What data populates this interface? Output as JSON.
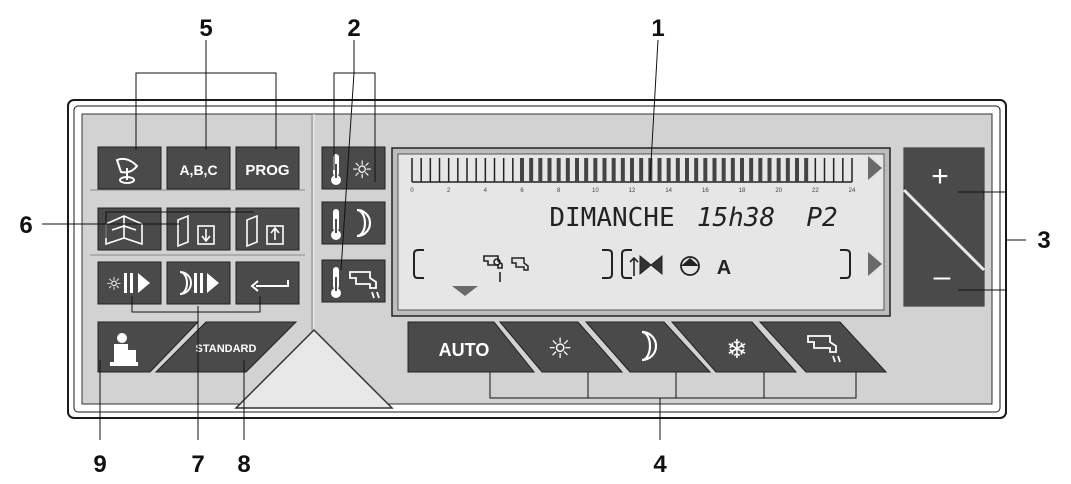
{
  "callouts": {
    "c1": "1",
    "c2": "2",
    "c3": "3",
    "c4": "4",
    "c5": "5",
    "c6": "6",
    "c7": "7",
    "c8": "8",
    "c9": "9"
  },
  "buttons": {
    "abc": "A,B,C",
    "prog": "PROG",
    "standard": "STANDARD",
    "auto": "AUTO",
    "plus": "+",
    "minus": "–"
  },
  "display": {
    "day": "DIMANCHE",
    "time": "15h38",
    "program": "P2",
    "scale": [
      "0",
      "2",
      "4",
      "6",
      "8",
      "10",
      "12",
      "14",
      "16",
      "18",
      "20",
      "22",
      "24"
    ],
    "mode_letter": "A"
  },
  "icons": {
    "program_key": "satellite-dish-icon",
    "sun": "sun-icon",
    "moon": "moon-icon",
    "snowflake": "snowflake-icon",
    "tap": "hot-water-tap-icon",
    "thermometer": "thermometer-icon",
    "service": "technician-icon"
  },
  "colors": {
    "panel": "#d2d2d2",
    "button": "#4a4a4a",
    "lcd": "#e6e6e6",
    "outline": "#1a1a1a"
  }
}
